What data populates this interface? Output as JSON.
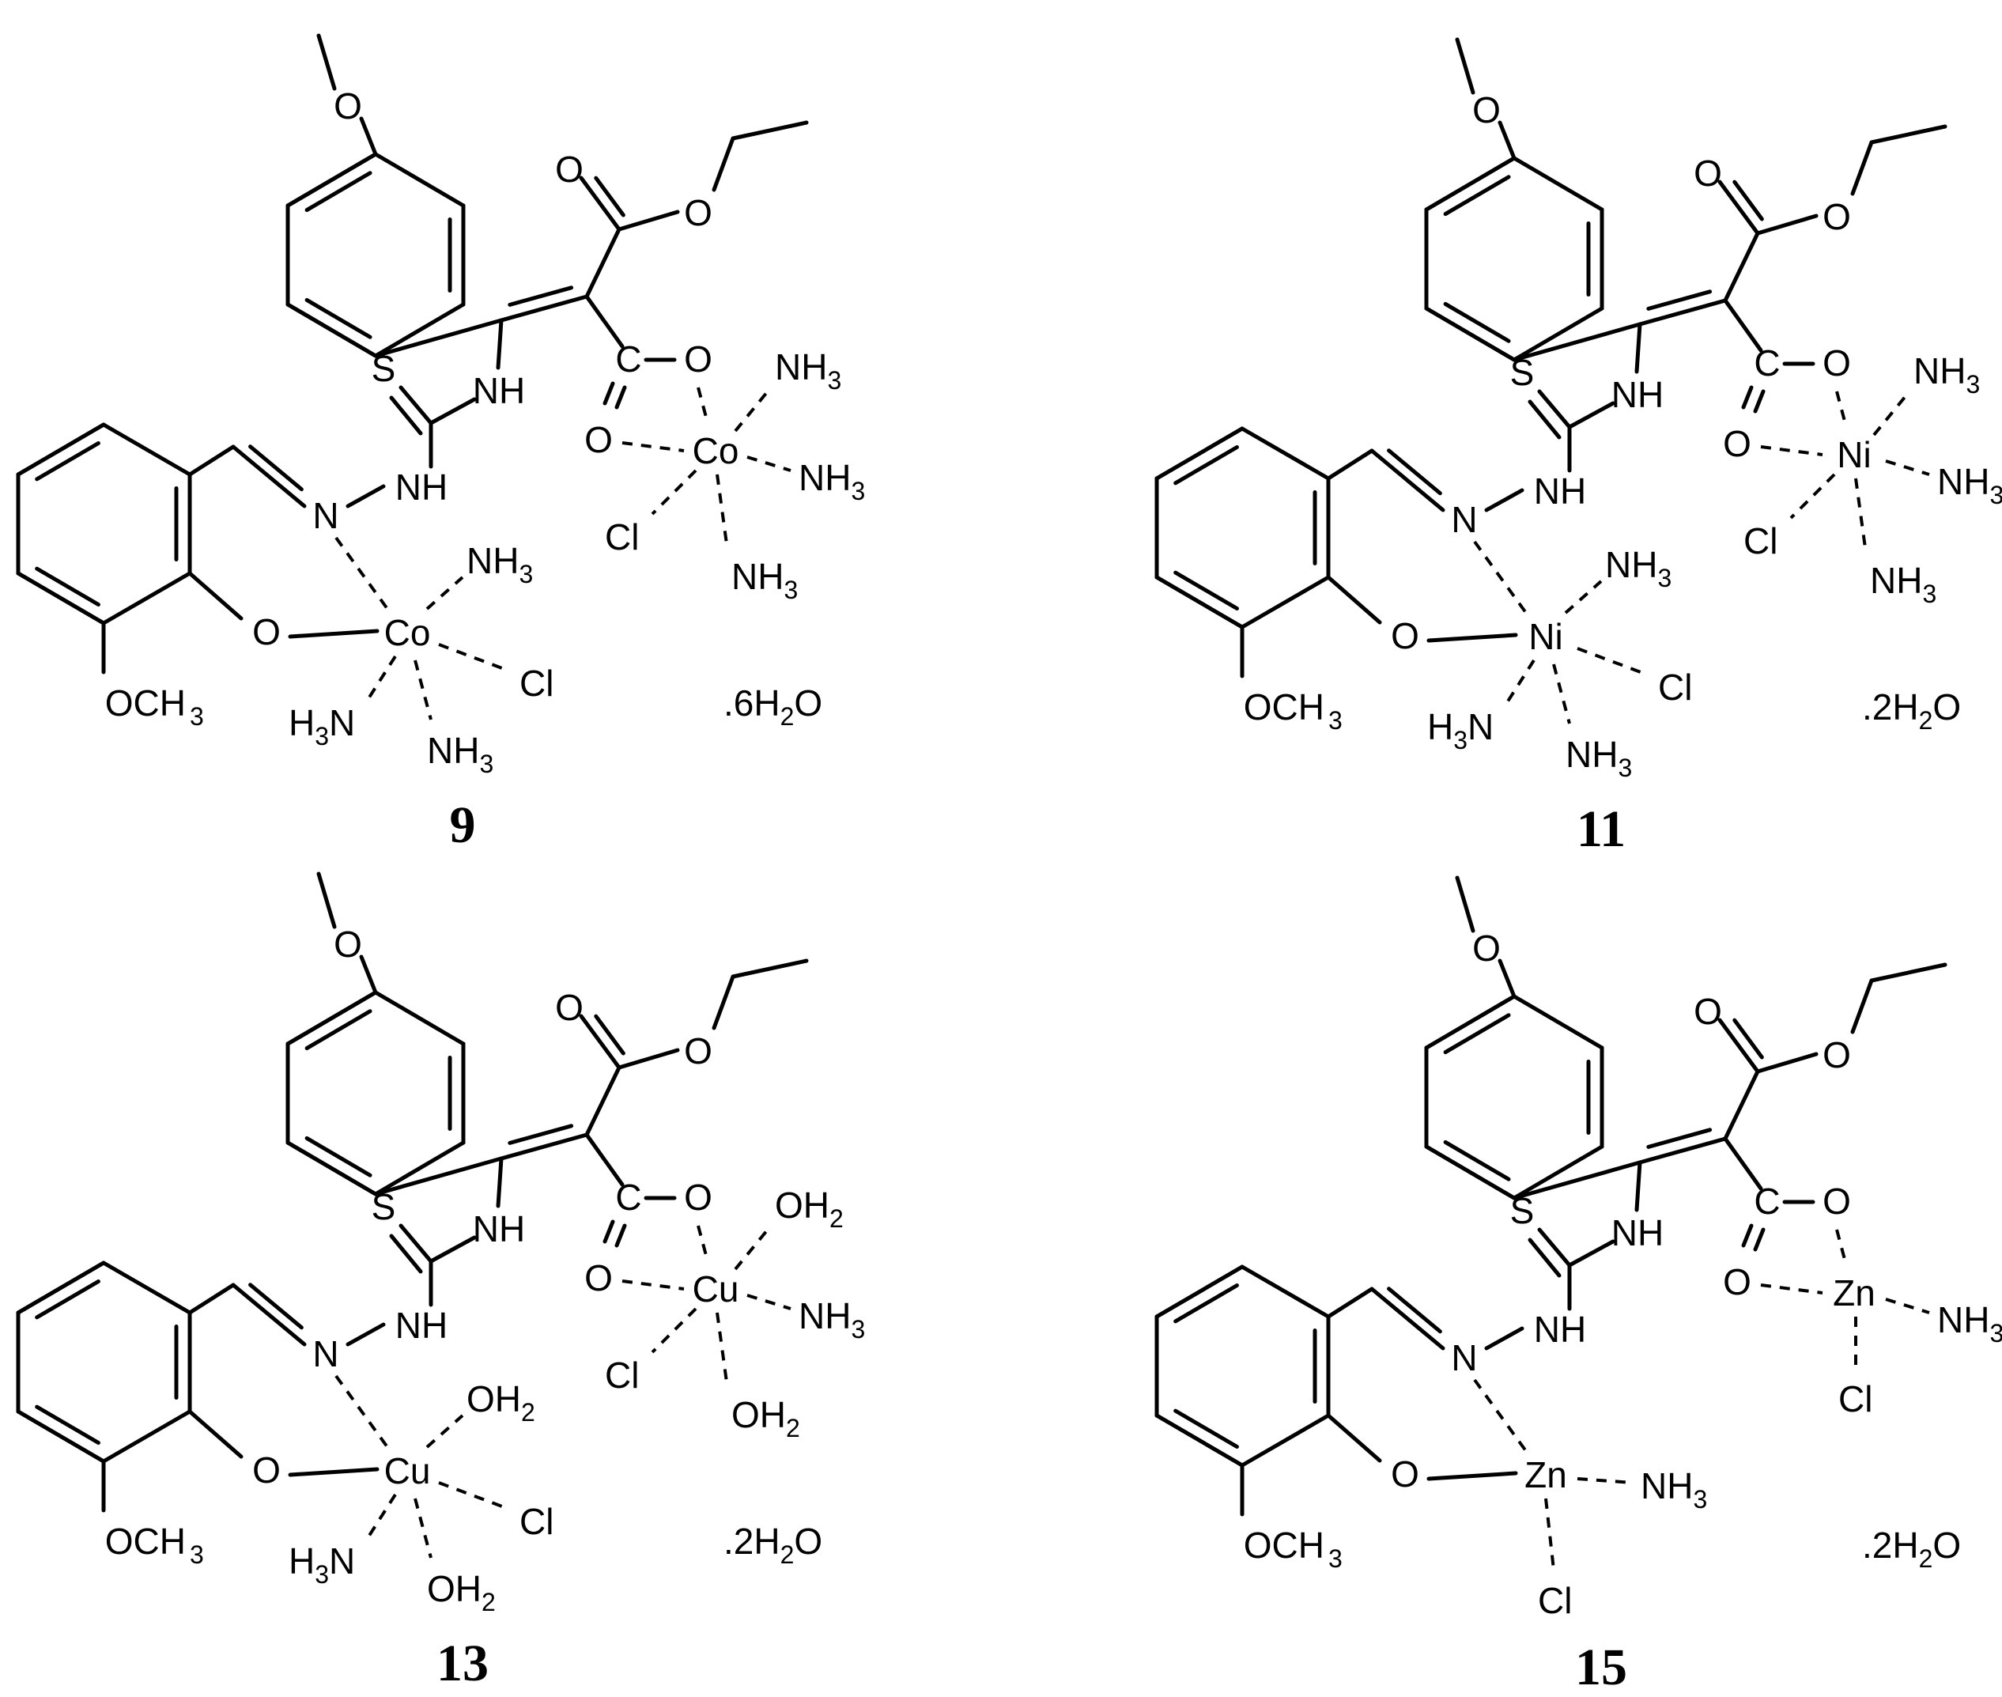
{
  "atoms": {
    "O": "O",
    "S": "S",
    "NH": "NH",
    "N": "N",
    "C": "C",
    "Cl": "Cl",
    "OCH": "OCH",
    "sub3": "3",
    "NH3_base": "NH",
    "H3N_h": "H",
    "H3N_n": "N",
    "OH2_base": "OH",
    "sub2": "2"
  },
  "complexes": [
    {
      "number": "9",
      "metal": "Co",
      "metal_ligands": [
        "NH3",
        "NH3",
        "NH3"
      ],
      "outer_ligands": [
        "NH3",
        "Cl",
        "NH3",
        "NH3"
      ],
      "hydrate_prefix": ".6H",
      "hydrate_suffix": "O"
    },
    {
      "number": "11",
      "metal": "Ni",
      "metal_ligands": [
        "NH3",
        "NH3",
        "NH3"
      ],
      "outer_ligands": [
        "NH3",
        "Cl",
        "NH3",
        "NH3"
      ],
      "hydrate_prefix": ".2H",
      "hydrate_suffix": "O"
    },
    {
      "number": "13",
      "metal": "Cu",
      "metal_ligands": [
        "OH2",
        "OH2",
        "NH3"
      ],
      "outer_ligands": [
        "OH2",
        "Cl",
        "NH3",
        "OH2"
      ],
      "hydrate_prefix": ".2H",
      "hydrate_suffix": "O"
    },
    {
      "number": "15",
      "metal": "Zn",
      "metal_ligands": [
        "NH3"
      ],
      "outer_ligands": [
        "NH3",
        "Cl"
      ],
      "hydrate_prefix": ".2H",
      "hydrate_suffix": "O"
    }
  ]
}
